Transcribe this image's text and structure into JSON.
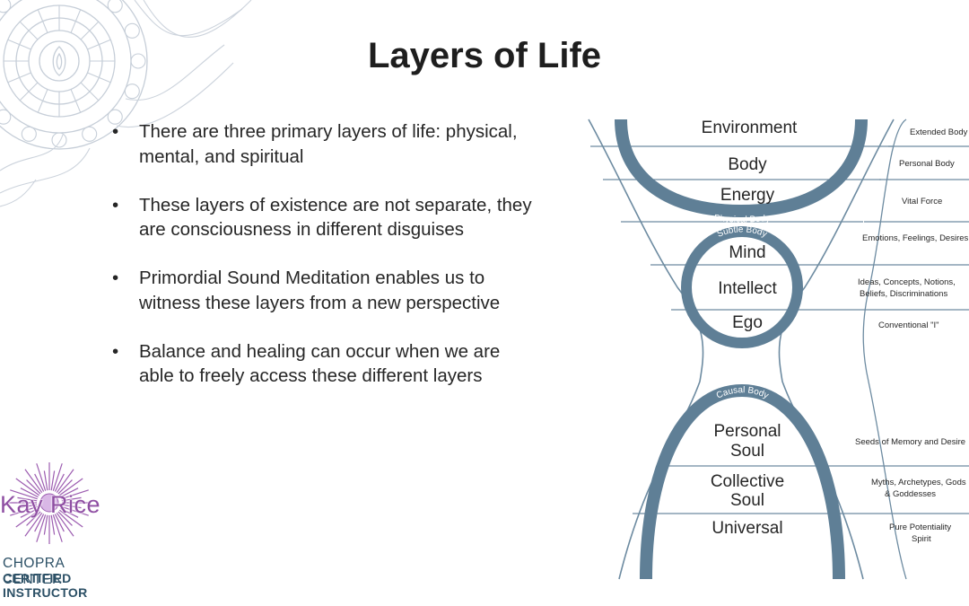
{
  "slide": {
    "title": "Layers of Life",
    "bullets": [
      "There are three primary layers of life: physical, mental, and spiritual",
      "These layers of existence are not separate, they are consciousness in different disguises",
      "Primordial Sound Meditation enables us to witness these layers from a new perspective",
      "Balance and healing can occur when we are able to freely access these different layers"
    ],
    "bullet_glyph": "•"
  },
  "logo": {
    "name": "Kay Rice",
    "org": "CHOPRA CENTER",
    "certification": "CERTIFIED INSTRUCTOR"
  },
  "diagram": {
    "layers": [
      {
        "label": "Environment",
        "description": "Extended Body"
      },
      {
        "label": "Body",
        "description": "Personal Body"
      },
      {
        "label": "Energy",
        "description": "Vital Force"
      },
      {
        "label": "Mind",
        "description": "Emotions, Feelings, Desires"
      },
      {
        "label": "Intellect",
        "description": "Ideas, Concepts, Notions, Beliefs, Discriminations"
      },
      {
        "label": "Ego",
        "description": "Conventional \"I\""
      },
      {
        "label": "Personal Soul",
        "description": "Seeds of Memory and Desire"
      },
      {
        "label": "Collective Soul",
        "description": "Myths, Archetypes, Gods & Goddesses"
      },
      {
        "label": "Universal",
        "description": "Pure Potentiality Spirit"
      }
    ],
    "bodies": {
      "physical": "Physical Body",
      "subtle": "Subtle Body",
      "causal": "Causal Body"
    },
    "colors": {
      "band": "#5f7f96",
      "line": "#6d8ba1",
      "text": "#262626"
    }
  }
}
